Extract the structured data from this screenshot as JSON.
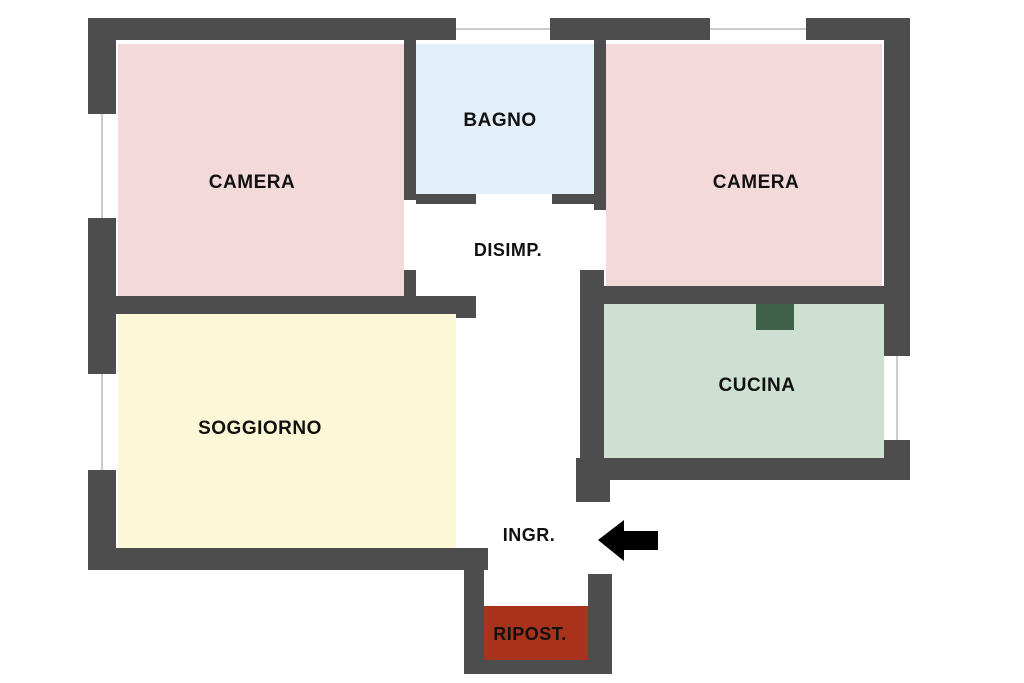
{
  "colors": {
    "wall": "#4d4d4d",
    "camera": "#f4d9da",
    "bagno": "#e3f0fb",
    "soggiorno": "#fbf7d7",
    "cucina": "#cde0d1",
    "ripostiglio": "#a8321b",
    "chimney": "#3f6049",
    "corridor": "#ffffff",
    "window": "#ffffff",
    "arrow": "#000000"
  },
  "rooms": {
    "camera_left": {
      "label": "CAMERA"
    },
    "bagno": {
      "label": "BAGNO"
    },
    "camera_right": {
      "label": "CAMERA"
    },
    "disimpegno": {
      "label": "DISIMP."
    },
    "soggiorno": {
      "label": "SOGGIORNO"
    },
    "cucina": {
      "label": "CUCINA"
    },
    "ingresso": {
      "label": "INGR."
    },
    "ripostiglio": {
      "label": "RIPOST."
    }
  },
  "entrance_arrow": {
    "icon": "arrow-left-icon"
  }
}
